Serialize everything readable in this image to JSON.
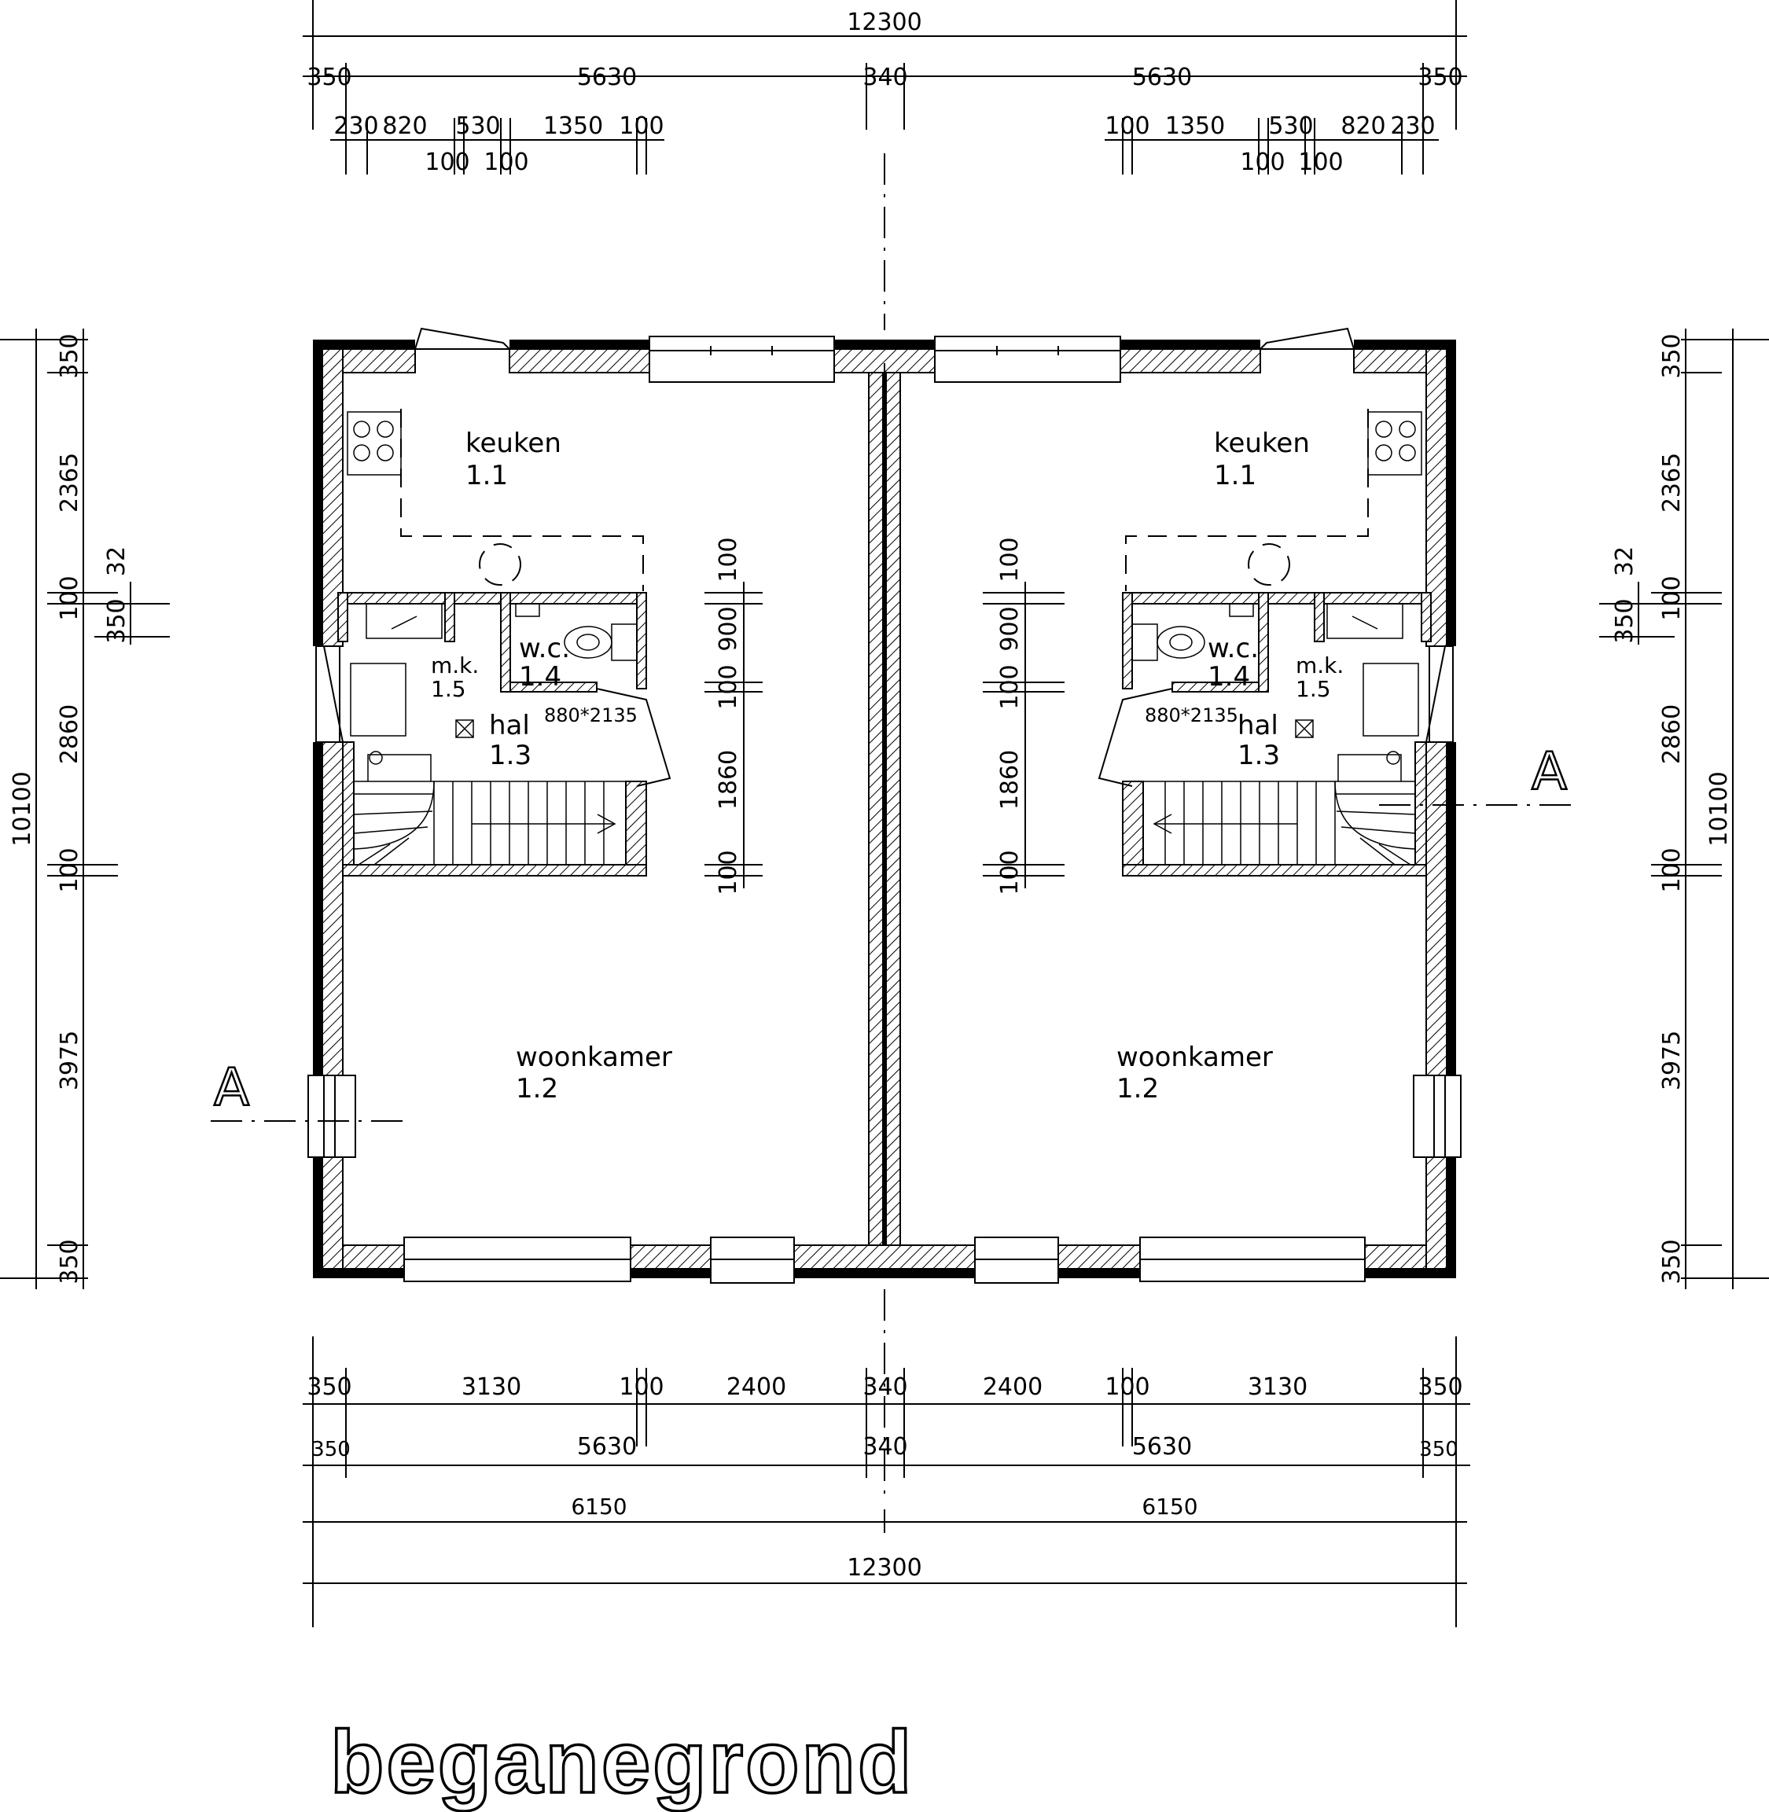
{
  "title": "beganegrond",
  "top_dims": {
    "total": "12300",
    "row1": [
      "350",
      "5630",
      "340",
      "5630",
      "350"
    ],
    "row2_left": [
      "230",
      "820",
      "530",
      "1350",
      "100"
    ],
    "row2_right": [
      "100",
      "1350",
      "530",
      "820",
      "230"
    ],
    "row3_left": [
      "100",
      "100"
    ],
    "row3_right": [
      "100",
      "100"
    ]
  },
  "bottom_dims": {
    "row1": [
      "350",
      "3130",
      "100",
      "2400",
      "340",
      "2400",
      "100",
      "3130",
      "350"
    ],
    "row2": [
      "350",
      "5630",
      "340",
      "5630",
      "350"
    ],
    "row3": [
      "6150",
      "6150"
    ],
    "total": "12300"
  },
  "left_dims": {
    "total": "10100",
    "segments": [
      "350",
      "2365",
      "100",
      "350",
      "2860",
      "100",
      "3975",
      "350"
    ],
    "extra": "32"
  },
  "right_dims": {
    "total": "10100",
    "segments": [
      "350",
      "2365",
      "100",
      "350",
      "2860",
      "100",
      "3975",
      "350"
    ],
    "extra": "32"
  },
  "inner_dims_left": [
    "100",
    "900",
    "100",
    "1860",
    "100"
  ],
  "inner_dims_right": [
    "100",
    "900",
    "100",
    "1860",
    "100"
  ],
  "rooms_left": {
    "keuken": {
      "name": "keuken",
      "num": "1.1"
    },
    "woonkamer": {
      "name": "woonkamer",
      "num": "1.2"
    },
    "hal": {
      "name": "hal",
      "num": "1.3"
    },
    "wc": {
      "name": "w.c.",
      "num": "1.4"
    },
    "mk": {
      "name": "m.k.",
      "num": "1.5"
    },
    "door": "880*2135"
  },
  "rooms_right": {
    "keuken": {
      "name": "keuken",
      "num": "1.1"
    },
    "woonkamer": {
      "name": "woonkamer",
      "num": "1.2"
    },
    "hal": {
      "name": "hal",
      "num": "1.3"
    },
    "wc": {
      "name": "w.c.",
      "num": "1.4"
    },
    "mk": {
      "name": "m.k.",
      "num": "1.5"
    },
    "door": "880*2135"
  },
  "section_marks": {
    "left": "A",
    "right": "A"
  }
}
